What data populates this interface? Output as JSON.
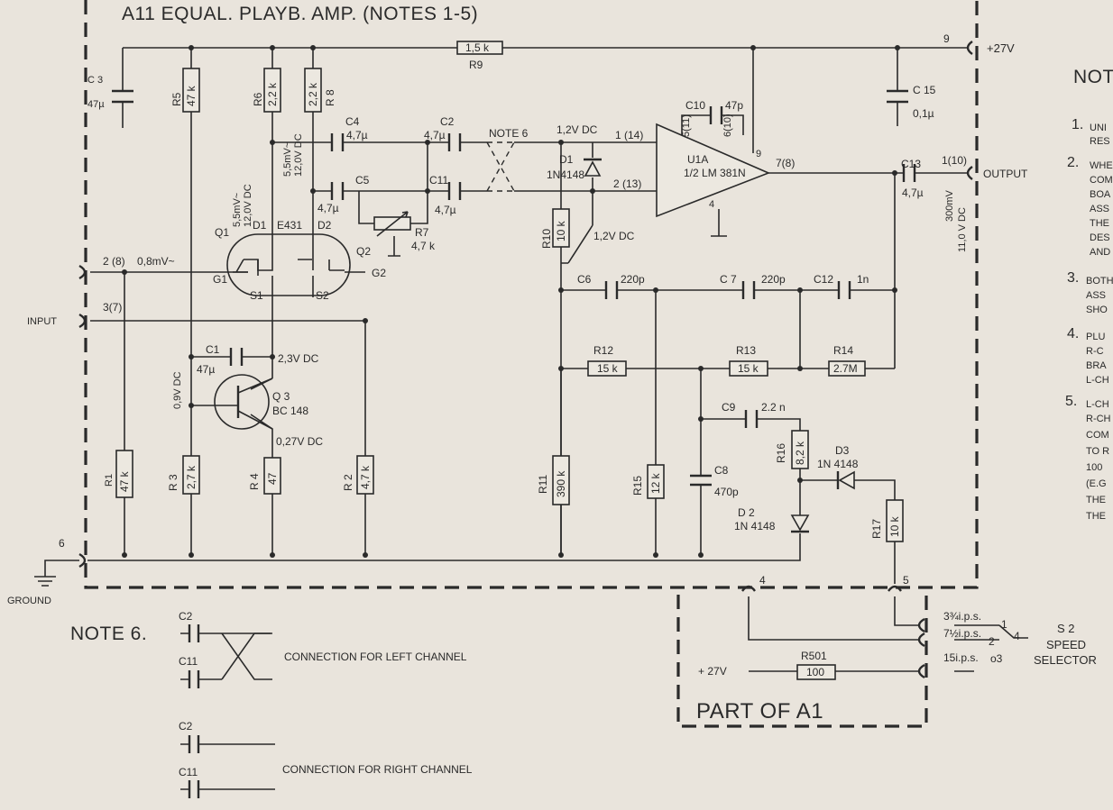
{
  "title": "A11 EQUAL. PLAYB. AMP. (NOTES 1-5)",
  "part_label": "PART OF A1",
  "notes_header": "NOT",
  "note6": {
    "title": "NOTE 6.",
    "left_text": "CONNECTION FOR LEFT CHANNEL",
    "right_text": "CONNECTION FOR RIGHT CHANNEL",
    "cap_a": "C2",
    "cap_b": "C11",
    "inline_label": "NOTE 6"
  },
  "notes": [
    {
      "num": "1.",
      "lines": [
        "UNI",
        "RES"
      ]
    },
    {
      "num": "2.",
      "lines": [
        "WHE",
        "COM",
        "BOA",
        "ASS",
        "THE",
        "DES",
        "AND"
      ]
    },
    {
      "num": "3.",
      "lines": [
        "BOTH",
        "ASS",
        "SHO"
      ]
    },
    {
      "num": "4.",
      "lines": [
        "PLU",
        "R-C",
        "BRA",
        "L-CH"
      ]
    },
    {
      "num": "5.",
      "lines": [
        "L-CH",
        "R-CH",
        "COM",
        "TO R",
        "100",
        "(E.G",
        "THE",
        "THE"
      ]
    }
  ],
  "terminals": {
    "t9": "9",
    "supply": "+27V",
    "out_pin": "1(10)",
    "output": "OUTPUT",
    "in_a": "2 (8)",
    "in_b": "3(7)",
    "input": "INPUT",
    "t6": "6",
    "ground": "GROUND",
    "t4": "4",
    "t5": "5"
  },
  "components": {
    "c3": [
      "C 3",
      "47µ"
    ],
    "r5": [
      "R5",
      "47 k"
    ],
    "r6": [
      "R6",
      "2,2 k"
    ],
    "r8": [
      "R 8",
      "2,2 k"
    ],
    "r9": [
      "1,5 k",
      "R9"
    ],
    "c15": [
      "C 15",
      "0,1µ"
    ],
    "c4": [
      "C4",
      "4,7µ"
    ],
    "c5": [
      "C5",
      "4,7µ"
    ],
    "c2": [
      "C2",
      "4,7µ"
    ],
    "c11": [
      "C11",
      "4,7µ"
    ],
    "r7": [
      "R7",
      "4,7 k"
    ],
    "d1": [
      "D1",
      "1N4148"
    ],
    "r10": [
      "R10",
      "10 k"
    ],
    "u1": [
      "U1A",
      "1/2 LM 381N"
    ],
    "c10": [
      "C10",
      "47p"
    ],
    "c13": [
      "C13",
      "4,7µ"
    ],
    "q1": [
      "Q1",
      "E431",
      "D1",
      "D2",
      "G1",
      "G2",
      "S1",
      "S2"
    ],
    "q2": "Q2",
    "c1": [
      "C1",
      "47µ"
    ],
    "q3": [
      "Q 3",
      "BC 148"
    ],
    "r3": [
      "R 3",
      "2,7 k"
    ],
    "r4": [
      "R 4",
      "47"
    ],
    "r2": [
      "R 2",
      "4,7 k"
    ],
    "r1": [
      "R1",
      "47 k"
    ],
    "c6": [
      "C6",
      "220p"
    ],
    "c7": [
      "C 7",
      "220p"
    ],
    "c12": [
      "C12",
      "1n"
    ],
    "r11": [
      "R11",
      "390 k"
    ],
    "r12": [
      "R12",
      "15 k"
    ],
    "r13": [
      "R13",
      "15 k"
    ],
    "r14": [
      "R14",
      "2.7M"
    ],
    "r15": [
      "R15",
      "12 k"
    ],
    "c8": [
      "C8",
      "470p"
    ],
    "c9": [
      "C9",
      "2.2 n"
    ],
    "r16": [
      "R16",
      "8,2 k"
    ],
    "d3": [
      "D3",
      "1N 4148"
    ],
    "d2": [
      "D 2",
      "1N 4148"
    ],
    "r17": [
      "R17",
      "10 k"
    ],
    "r501": [
      "R501",
      "100"
    ]
  },
  "pins": {
    "in_plus": "1 (14)",
    "in_minus": "2 (13)",
    "out": "7(8)",
    "p9": "9",
    "p4": "4",
    "p5_11": "5(11)",
    "p6_10": "6(10)"
  },
  "voltages": {
    "d1_left": [
      "5,5mV~",
      "12,0V DC"
    ],
    "d2_left": [
      "5,5mV~",
      "12,0V DC"
    ],
    "input_sig": "0,8mV~",
    "v_op": "1,2V DC",
    "v_r10": "1,2V DC",
    "v_c1": "2,3V DC",
    "v_base": "0,9V DC",
    "v_emit": "0,27V DC",
    "v_out": [
      "300mV",
      "11,0 V DC"
    ]
  },
  "selector": {
    "label": [
      "S 2",
      "SPEED",
      "SELECTOR"
    ],
    "speeds": [
      "3¾i.p.s.",
      "7½i.p.s.",
      "15i.p.s."
    ],
    "positions": [
      "1",
      "2",
      "o3",
      "4"
    ],
    "supply": "+ 27V"
  }
}
